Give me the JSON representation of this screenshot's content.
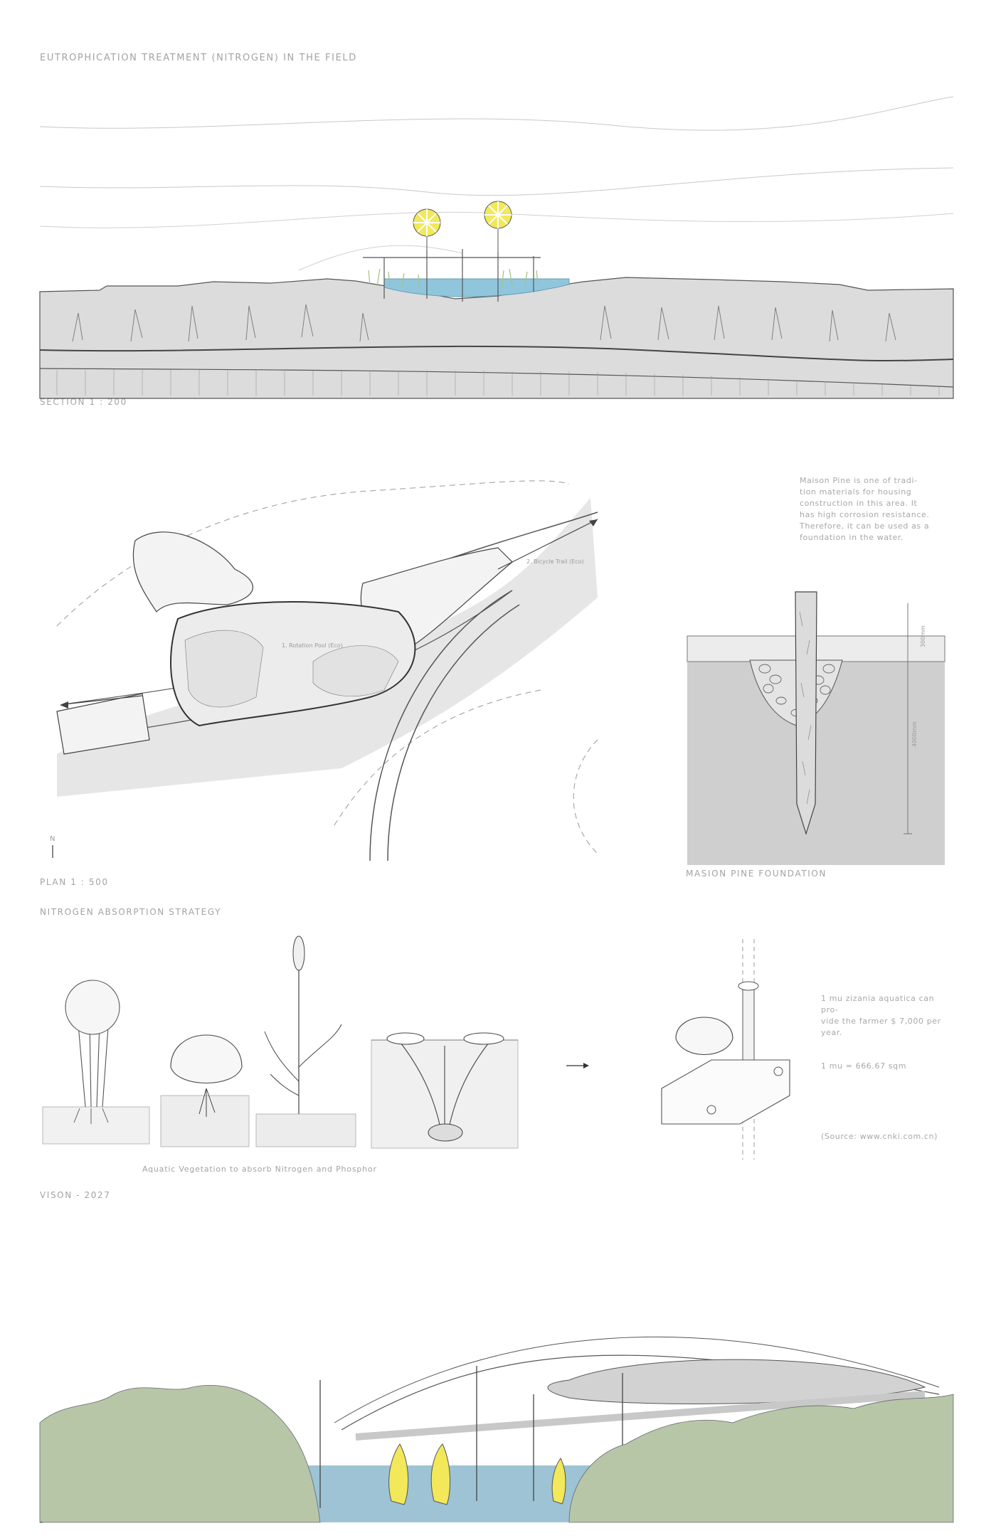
{
  "titles": {
    "main": "EUTROPHICATION TREATMENT (NITROGEN)   IN THE FIELD",
    "section": "SECTION   1 : 200",
    "plan": "PLAN   1 : 500",
    "strategy": "NITROGEN ABSORPTION STRATEGY",
    "foundation": "MASION PINE FOUNDATION",
    "vision": "VISON - 2027"
  },
  "plan_labels": {
    "pool": "1. Rotation Pool (Eco)",
    "bicycle": "2. Bicycle Trail (Eco)",
    "north": "N"
  },
  "foundation_note": [
    "Maison Pine is one of tradi-",
    "tion materials for housing",
    "construction in this area. It",
    "has high corrosion resistance.",
    "Therefore, it can be used as a",
    "foundation in the water."
  ],
  "dimensions": {
    "top": "300mm",
    "bottom": "4000mm"
  },
  "strategy_notes": {
    "line1": "1 mu zizania aquatica can pro-",
    "line2": "vide the farmer $ 7,000 per",
    "line3": "year.",
    "unit": "1 mu = 666.67 sqm",
    "source": "(Source: www.cnki.com.cn)"
  },
  "vegetation_caption": "Aquatic Vegetation to absorb Nitrogen and Phosphor",
  "colors": {
    "balloon": "#f2e85a",
    "water": "#8fc6dc",
    "vision_tree": "#b7c6a6",
    "ground": "#d9d9d9",
    "pine_bg": "#cfcfcf"
  }
}
